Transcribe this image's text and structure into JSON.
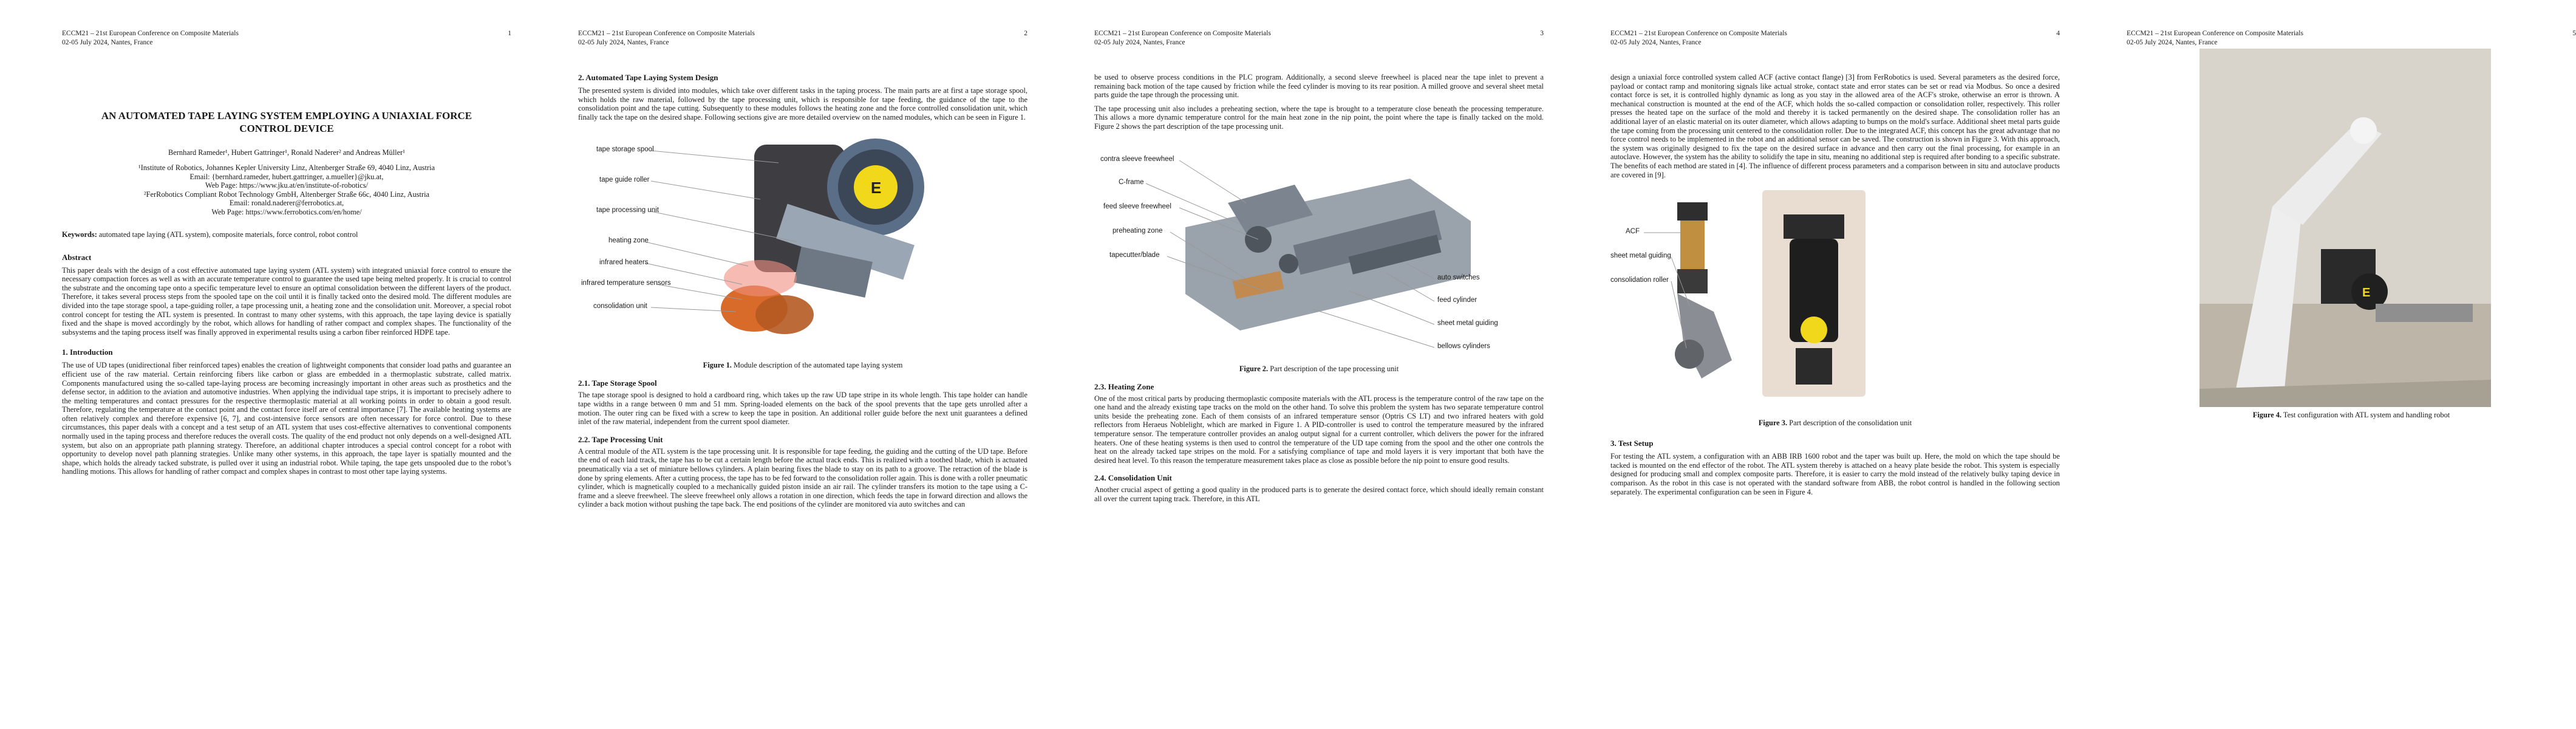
{
  "header": {
    "line1": "ECCM21 – 21st European Conference on Composite Materials",
    "line2": "02-05 July 2024, Nantes, France"
  },
  "page_numbers": [
    "1",
    "2",
    "3",
    "4",
    "5"
  ],
  "page1": {
    "title": "AN AUTOMATED TAPE LAYING SYSTEM EMPLOYING A UNIAXIAL FORCE CONTROL DEVICE",
    "authors": "Bernhard Rameder¹, Hubert Gattringer¹, Ronald Naderer² and Andreas Müller¹",
    "aff1": "¹Institute of Robotics, Johannes Kepler University Linz, Altenberger Straße 69, 4040 Linz, Austria",
    "aff1_email": "Email: {bernhard.rameder, hubert.gattringer, a.mueller}@jku.at,",
    "aff1_web": "Web Page: https://www.jku.at/en/institute-of-robotics/",
    "aff2": "²FerRobotics Compliant Robot Technology GmbH, Altenberger Straße 66c, 4040 Linz, Austria",
    "aff2_email": "Email: ronald.naderer@ferrobotics.at,",
    "aff2_web": "Web Page: https://www.ferrobotics.com/en/home/",
    "keywords_label": "Keywords:",
    "keywords": " automated tape laying (ATL system), composite materials, force control, robot control",
    "abstract_heading": "Abstract",
    "abstract": "This paper deals with the design of a cost effective automated tape laying system (ATL system) with integrated uniaxial force control to ensure the necessary compaction forces as well as with an accurate temperature control to guarantee the used tape being melted properly. It is crucial to control the substrate and the oncoming tape onto a specific temperature level to ensure an optimal consolidation between the different layers of the product. Therefore, it takes several process steps from the spooled tape on the coil until it is finally tacked onto the desired mold. The different modules are divided into the tape storage spool, a tape-guiding roller, a tape processing unit, a heating zone and the consolidation unit. Moreover, a special robot control concept for testing the ATL system is presented. In contrast to many other systems, with this approach, the tape laying device is spatially fixed and the shape is moved accordingly by the robot, which allows for handling of rather compact and complex shapes. The functionality of the subsystems and the taping process itself was finally approved in experimental results using a carbon fiber reinforced HDPE tape.",
    "intro_heading": "1.   Introduction",
    "intro": "The use of UD tapes (unidirectional fiber reinforced tapes) enables the creation of lightweight components that consider load paths and guarantee an efficient use of the raw material. Certain reinforcing fibers like carbon or glass are embedded in a thermoplastic substrate, called matrix. Components manufactured using the so-called tape-laying process are becoming increasingly important in other areas such as prosthetics and the defense sector, in addition to the aviation and automotive industries. When applying the individual tape strips, it is important to precisely adhere to the melting temperatures and contact pressures for the respective thermoplastic material at all working points in order to obtain a good result. Therefore, regulating the temperature at the contact point and the contact force itself are of central importance [7]. The available heating systems are often relatively complex and therefore expensive [6, 7], and cost-intensive force sensors are often necessary for force control. Due to these circumstances, this paper deals with a concept and a test setup of an ATL system that uses cost-effective alternatives to conventional components normally used in the taping process and therefore reduces the overall costs. The quality of the end product not only depends on a well-designed ATL system, but also on an appropriate path planning strategy. Therefore, an additional chapter introduces a special control concept for a robot with opportunity to develop novel path planning strategies. Unlike many other systems, in this approach, the tape layer is spatially mounted and the shape, which holds the already tacked substrate, is pulled over it using an industrial robot. While taping, the tape gets unspooled due to the robot’s handling motions. This allows for handling of rather compact and complex shapes in contrast to most other tape laying systems."
  },
  "page2": {
    "sec2_heading": "2.   Automated Tape Laying System Design",
    "sec2_text": "The presented system is divided into modules, which take over different tasks in the taping process. The main parts are at first a tape storage spool, which holds the raw material, followed by the tape processing unit, which is responsible for tape feeding, the guidance of the tape to the consolidation point and the tape cutting. Subsequently to these modules follows the heating zone and the force controlled consolidation unit, which finally tack the tape on the desired shape. Following sections give are more detailed overview on the named modules, which can be seen in Figure 1.",
    "fig1_labels": [
      "tape storage spool",
      "tape guide roller",
      "tape processing unit",
      "heating zone",
      "infrared heaters",
      "infrared temperature sensors",
      "consolidation unit"
    ],
    "fig1_caption_label": "Figure 1.",
    "fig1_caption": " Module description of the automated tape laying system",
    "sec21_heading": "2.1.  Tape Storage Spool",
    "sec21_text": "The tape storage spool is designed to hold a cardboard ring, which takes up the raw UD tape stripe in its whole length. This tape holder can handle tape widths in a range between 0 mm and 51 mm. Spring-loaded elements on the back of the spool prevents that the tape gets unrolled after a motion. The outer ring can be fixed with a screw to keep the tape in position. An additional roller guide before the next unit guarantees a defined inlet of the raw material, independent from the current spool diameter.",
    "sec22_heading": "2.2.  Tape Processing Unit",
    "sec22_text": "A central module of the ATL system is the tape processing unit. It is responsible for tape feeding, the guiding and the cutting of the UD tape. Before the end of each laid track, the tape has to be cut a certain length before the actual track ends. This is realized with a toothed blade, which is actuated pneumatically via a set of miniature bellows cylinders. A plain bearing fixes the blade to stay on its path to a groove. The retraction of the blade is done by spring elements. After a cutting process, the tape has to be fed forward to the consolidation roller again. This is done with a roller pneumatic cylinder, which is magnetically coupled to a mechanically guided piston inside an air rail. The cylinder transfers its motion to the tape using a C-frame and a sleeve freewheel. The sleeve freewheel only allows a rotation in one direction, which feeds the tape in forward direction and allows the cylinder a back motion without pushing the tape back. The end positions of the cylinder are monitored via auto switches and can"
  },
  "page3": {
    "p1": "be used to observe process conditions in the PLC program. Additionally, a second sleeve freewheel is placed near the tape inlet to prevent a remaining back motion of the tape caused by friction while the feed cylinder is moving to its rear position. A milled groove and several sheet metal parts guide the tape through the processing unit.",
    "p2": "The tape processing unit also includes a preheating section, where the tape is brought to a temperature close beneath the processing temperature. This allows a more dynamic temperature control for the main heat zone in the nip point, the point where the tape is finally tacked on the mold. Figure 2 shows the part description of the tape processing unit.",
    "fig2_labels_left": [
      "contra sleeve freewheel",
      "C-frame",
      "feed sleeve freewheel",
      "preheating zone",
      "tapecutter/blade"
    ],
    "fig2_labels_right": [
      "auto switches",
      "feed cylinder",
      "sheet metal guiding",
      "bellows cylinders"
    ],
    "fig2_caption_label": "Figure 2.",
    "fig2_caption": " Part description of the tape processing unit",
    "sec23_heading": "2.3.  Heating Zone",
    "sec23_text": "One of the most critical parts by producing thermoplastic composite materials with the ATL process is the temperature control of the raw tape on the one hand and the already existing tape tracks on the mold on the other hand. To solve this problem the system has two separate temperature control units beside the preheating zone. Each of them consists of an infrared temperature sensor (Optris CS LT) and two infrared heaters with gold reflectors from Heraeus Noblelight, which are marked in Figure 1. A PID-controller is used to control the temperature measured by the infrared temperature sensor. The temperature controller provides an analog output signal for a current controller, which delivers the power for the infrared heaters. One of these heating systems is then used to control the temperature of the UD tape coming from the spool and the other one controls the heat on the already tacked tape stripes on the mold. For a satisfying compliance of tape and mold layers it is very important that both have the desired heat level. To this reason the temperature measurement takes place as close as possible before the nip point to ensure good results.",
    "sec24_heading": "2.4.  Consolidation Unit",
    "sec24_text": "Another crucial aspect of getting a good quality in the produced parts is to generate the desired contact force, which should ideally remain constant all over the current taping track. Therefore, in this ATL"
  },
  "page4": {
    "p1": "design a uniaxial force controlled system called ACF (active contact flange) [3] from FerRobotics is used. Several parameters as the desired force, payload or contact ramp and monitoring signals like actual stroke, contact state and error states can be set or read via Modbus. So once a desired contact force is set, it is controlled highly dynamic as long as you stay in the allowed area of the ACF's stroke, otherwise an error is thrown. A mechanical construction is mounted at the end of the ACF, which holds the so-called compaction or consolidation roller, respectively. This roller presses the heated tape on the surface of the mold and thereby it is tacked permanently on the desired shape. The consolidation roller has an additional layer of an elastic material on its outer diameter, which allows adapting to bumps on the mold's surface. Additional sheet metal parts guide the tape coming from the processing unit centered to the consolidation roller. Due to the integrated ACF, this concept has the great advantage that no force control needs to be implemented in the robot and an additional sensor can be saved. The construction is shown in Figure 3. With this approach, the system was originally designed to fix the tape on the desired surface in advance and then carry out the final processing, for example in an autoclave. However, the system has the ability to solidify the tape in situ, meaning no additional step is required after bonding to a specific substrate. The benefits of each method are stated in [4]. The influence of different process parameters and a comparison between in situ and autoclave products are covered in [9].",
    "fig3_labels": [
      "ACF",
      "sheet metal guiding",
      "consolidation roller"
    ],
    "fig3_caption_label": "Figure 3.",
    "fig3_caption": " Part description of the consolidation unit",
    "sec3_heading": "3.   Test Setup",
    "sec3_text": "For testing the ATL system, a configuration with an ABB IRB 1600 robot and the taper was built up. Here, the mold on which the tape should be tacked is mounted on the end effector of the robot. The ATL system thereby is attached on a heavy plate beside the robot. This system is especially designed for producing small and complex composite parts. Therefore, it is easier to carry the mold instead of the relatively bulky taping device in comparison. As the robot in this case is not operated with the standard software from ABB, the robot control is handled in the following section separately. The experimental configuration can be seen in Figure 4."
  },
  "page5": {
    "fig4_caption_label": "Figure 4.",
    "fig4_caption": " Test configuration with ATL system and handling robot"
  }
}
